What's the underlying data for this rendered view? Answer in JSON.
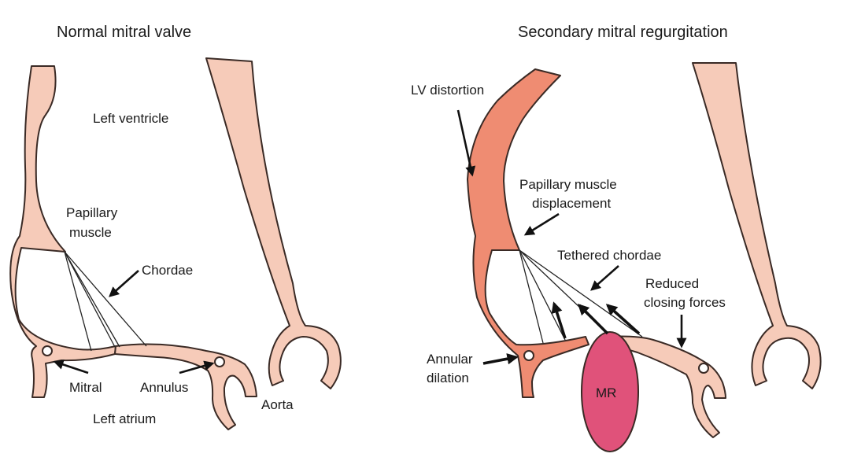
{
  "left_panel": {
    "title": "Normal mitral valve",
    "labels": {
      "left_ventricle": "Left ventricle",
      "papillary_muscle_line1": "Papillary",
      "papillary_muscle_line2": "muscle",
      "chordae": "Chordae",
      "mitral": "Mitral",
      "annulus": "Annulus",
      "left_atrium": "Left atrium",
      "aorta": "Aorta"
    }
  },
  "right_panel": {
    "title": "Secondary mitral regurgitation",
    "labels": {
      "lv_distortion": "LV distortion",
      "papillary_displacement_line1": "Papillary muscle",
      "papillary_displacement_line2": "displacement",
      "tethered_chordae": "Tethered chordae",
      "reduced_closing_line1": "Reduced",
      "reduced_closing_line2": "closing forces",
      "annular_dilation_line1": "Annular",
      "annular_dilation_line2": "dilation",
      "mr": "MR"
    }
  },
  "colors": {
    "tissue": "#f6cbb9",
    "distorted_wall": "#ef8c72",
    "regurgitant_jet": "#e0527a",
    "outline": "#3a2a25"
  }
}
